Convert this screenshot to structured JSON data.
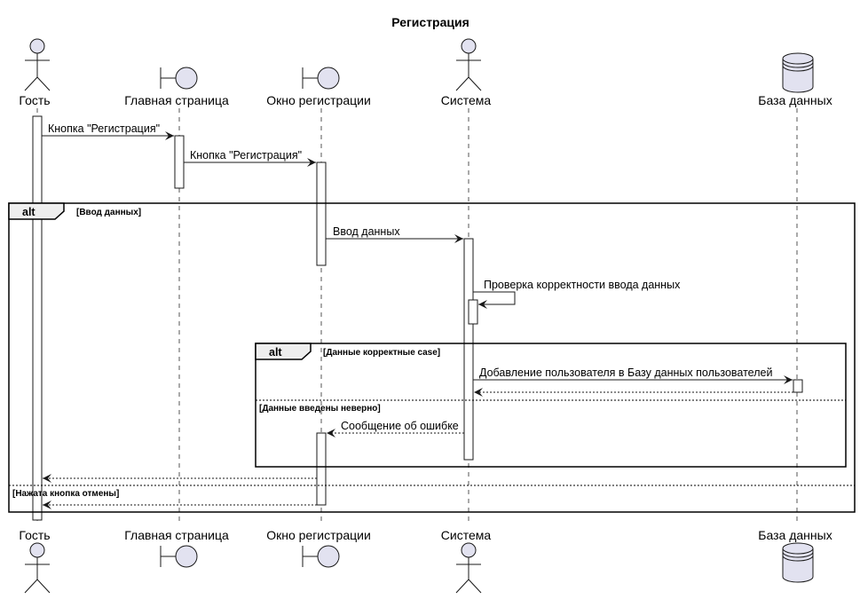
{
  "diagram": {
    "title": "Регистрация",
    "participants": {
      "guest": "Гость",
      "main_page": "Главная страница",
      "reg_window": "Окно регистрации",
      "system": "Система",
      "database": "База данных"
    },
    "messages": {
      "m1": "Кнопка \"Регистрация\"",
      "m2": "Кнопка \"Регистрация\"",
      "m3": "Ввод данных",
      "m4": "Проверка корректности ввода данных",
      "m5": "Добавление пользователя в Базу данных пользователей",
      "m6": "Сообщение об ошибке"
    },
    "frames": {
      "outer_tag": "alt",
      "outer_guard": "[Ввод данных]",
      "outer_else_guard": "[Нажата кнопка отмены]",
      "inner_tag": "alt",
      "inner_guard": "[Данные корректные case]",
      "inner_else_guard": "[Данные введены неверно]"
    },
    "colors": {
      "participant_fill": "#E2E2F0",
      "frame_tag_fill": "#EEEEEE",
      "line": "#181818"
    }
  }
}
